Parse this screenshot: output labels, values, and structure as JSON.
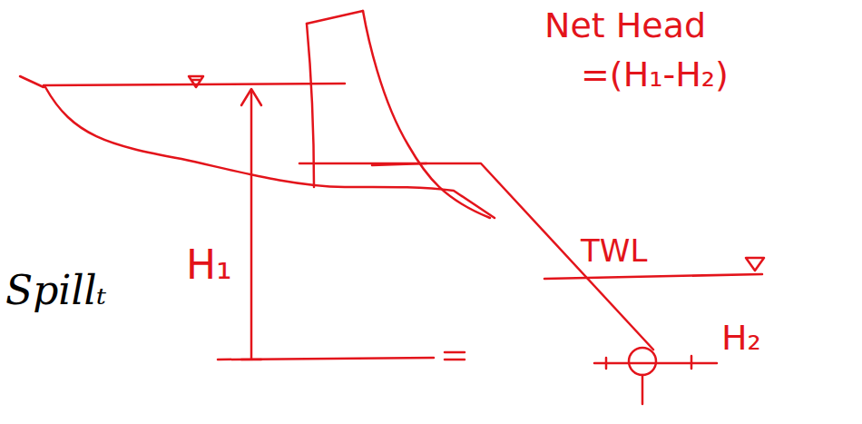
{
  "diagram": {
    "labels": [
      "Net Head",
      "=(H₁-H₂)",
      "H₁",
      "TWL",
      "H₂",
      "Spillₜ"
    ]
  }
}
